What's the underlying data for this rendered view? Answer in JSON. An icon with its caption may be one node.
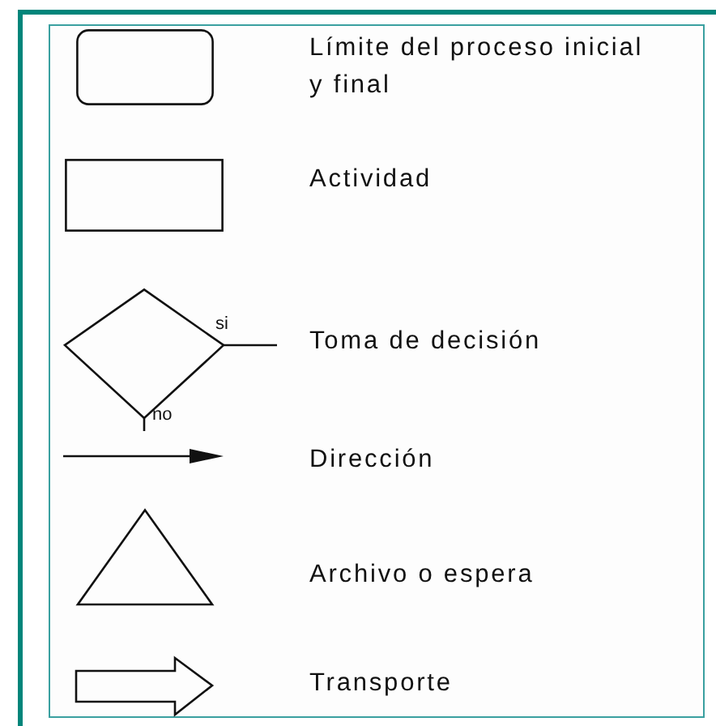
{
  "diagram": {
    "nodes": [
      {
        "text": [],
        "shape": "rounded",
        "beside": [
          "Límite del proceso inicial y final"
        ]
      },
      {
        "text": [],
        "shape": "box",
        "beside": [
          "Actividad"
        ]
      },
      {
        "text": [],
        "shape": "diamond",
        "beside": [
          "Toma de decisión"
        ]
      },
      {
        "text": [],
        "shape": "triangle",
        "beside": [
          "Archivo o espera"
        ]
      },
      {
        "text": [],
        "shape": "arrow",
        "beside": [
          "Transporte"
        ]
      }
    ],
    "labels": [
      "si",
      "no",
      "Dirección"
    ]
  }
}
